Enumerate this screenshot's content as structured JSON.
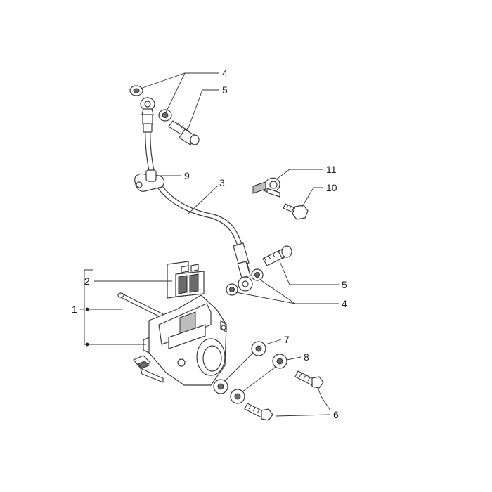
{
  "callouts": {
    "c1": "1",
    "c2": "2",
    "c3": "3",
    "c4_top": "4",
    "c4_mid": "4",
    "c5_top": "5",
    "c5_mid": "5",
    "c6": "6",
    "c7": "7",
    "c8": "8",
    "c9": "9",
    "c10": "10",
    "c11": "11"
  }
}
